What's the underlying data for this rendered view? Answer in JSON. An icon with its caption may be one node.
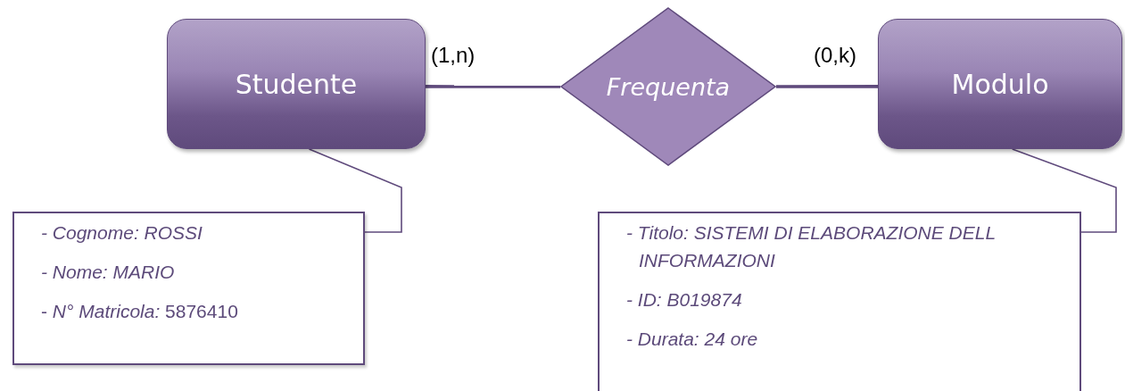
{
  "diagram": {
    "nodes": [
      {
        "text": [
          "Studente"
        ]
      },
      {
        "text": [
          "Frequenta"
        ]
      },
      {
        "text": [
          "Modulo"
        ]
      },
      {
        "text": [
          "- Cognome: ROSSI",
          "- Nome: MARIO",
          "- *N° Matricola:* 5876410"
        ]
      },
      {
        "text": [
          "- Titolo: SISTEMI DI ELABORAZIONE DELL INFORMAZIONI",
          "- ID: B019874",
          "- Durata: 24 ore"
        ]
      }
    ],
    "edges": [
      {
        "from": 0,
        "to": 1,
        "arrow": "none",
        "label": "(1,n)",
        "style": "thick"
      },
      {
        "from": 1,
        "to": 2,
        "arrow": "none",
        "label": "(0,k)",
        "style": "thick"
      },
      {
        "from": 0,
        "to": 3,
        "arrow": "none"
      },
      {
        "from": 2,
        "to": 4,
        "arrow": "none"
      }
    ]
  }
}
